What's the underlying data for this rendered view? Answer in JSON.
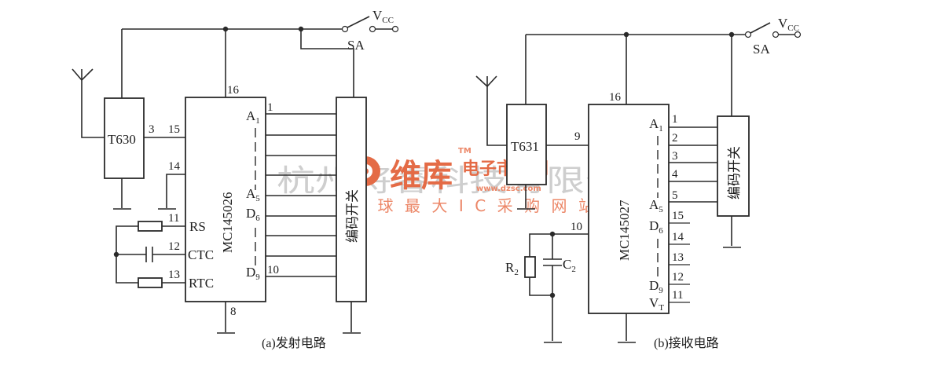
{
  "circuit_a": {
    "caption": "(a)发射电路",
    "module": "T630",
    "ic": "MC145026",
    "switch_label": "编码开关",
    "sa": "SA",
    "vcc_v": "V",
    "vcc_sub": "CC",
    "pins": {
      "p16": "16",
      "p3": "3",
      "p15": "15",
      "p14": "14",
      "p11": "11",
      "p12": "12",
      "p13": "13",
      "p8": "8",
      "p1": "1",
      "p10": "10"
    },
    "inner": {
      "rs": "RS",
      "ctc": "CTC",
      "rtc": "RTC",
      "a": "A",
      "a1_sub": "1",
      "a5_sub": "5",
      "d": "D",
      "d6_sub": "6",
      "d9_sub": "9"
    }
  },
  "circuit_b": {
    "caption": "(b)接收电路",
    "module": "T631",
    "ic": "MC145027",
    "switch_label": "编码开关",
    "sa": "SA",
    "vcc_v": "V",
    "vcc_sub": "CC",
    "r2": "R",
    "r2_sub": "2",
    "c2": "C",
    "c2_sub": "2",
    "pins": {
      "p16": "16",
      "p9": "9",
      "p10": "10",
      "p1": "1",
      "p2": "2",
      "p3": "3",
      "p4": "4",
      "p5": "5",
      "p15": "15",
      "p14": "14",
      "p13": "13",
      "p12": "12",
      "p11": "11"
    },
    "inner": {
      "a": "A",
      "a1_sub": "1",
      "a5_sub": "5",
      "d": "D",
      "d6_sub": "6",
      "d9_sub": "9",
      "vt": "V",
      "vt_sub": "T"
    }
  },
  "watermark": {
    "company": "杭州将睿科技有限公司",
    "brand": "维库",
    "market": "电子市场网",
    "url": "www.dzsc.com",
    "slogan": "全球最大IC采购网站",
    "tm": "TM"
  }
}
